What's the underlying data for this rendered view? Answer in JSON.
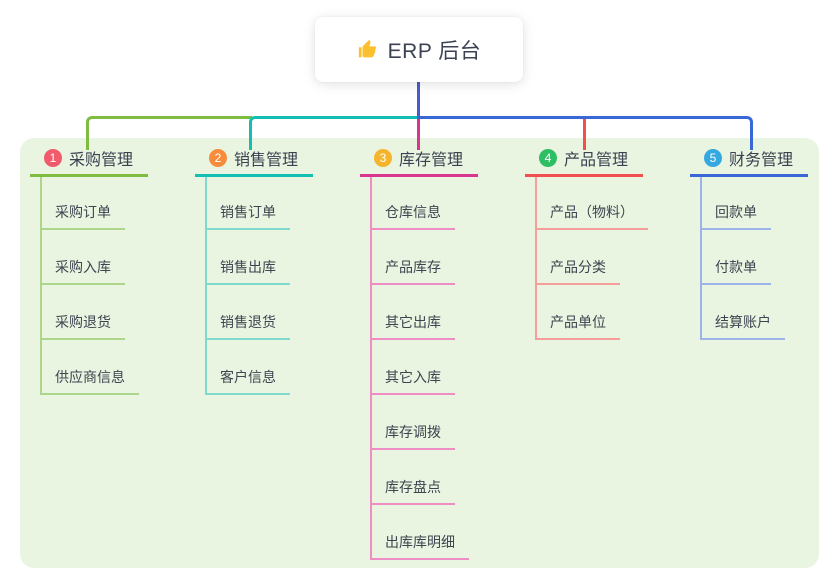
{
  "root": {
    "label": "ERP 后台",
    "icon": "thumbs-up"
  },
  "colors": {
    "background": "#ffffff",
    "panel": "#eaf5e1",
    "root_line": "#4a5bce",
    "text": "#3a4150"
  },
  "branches": [
    {
      "index": "1",
      "label": "采购管理",
      "badge_color": "#f15b6c",
      "line_color": "#7ebd41",
      "child_line_color": "#abd68c",
      "children": [
        "采购订单",
        "采购入库",
        "采购退货",
        "供应商信息"
      ]
    },
    {
      "index": "2",
      "label": "销售管理",
      "badge_color": "#f78c3d",
      "line_color": "#12bfb2",
      "child_line_color": "#7fd9ce",
      "children": [
        "销售订单",
        "销售出库",
        "销售退货",
        "客户信息"
      ]
    },
    {
      "index": "3",
      "label": "库存管理",
      "badge_color": "#f6b42c",
      "line_color": "#d8368f",
      "child_line_color": "#ef8ec4",
      "children": [
        "仓库信息",
        "产品库存",
        "其它出库",
        "其它入库",
        "库存调拨",
        "库存盘点",
        "出库库明细"
      ]
    },
    {
      "index": "4",
      "label": "产品管理",
      "badge_color": "#2ebe63",
      "line_color": "#f1504e",
      "child_line_color": "#f59e9b",
      "children": [
        "产品（物料）",
        "产品分类",
        "产品单位"
      ]
    },
    {
      "index": "5",
      "label": "财务管理",
      "badge_color": "#36a8e0",
      "line_color": "#3a67d7",
      "child_line_color": "#9cb4e7",
      "children": [
        "回款单",
        "付款单",
        "结算账户"
      ]
    }
  ]
}
